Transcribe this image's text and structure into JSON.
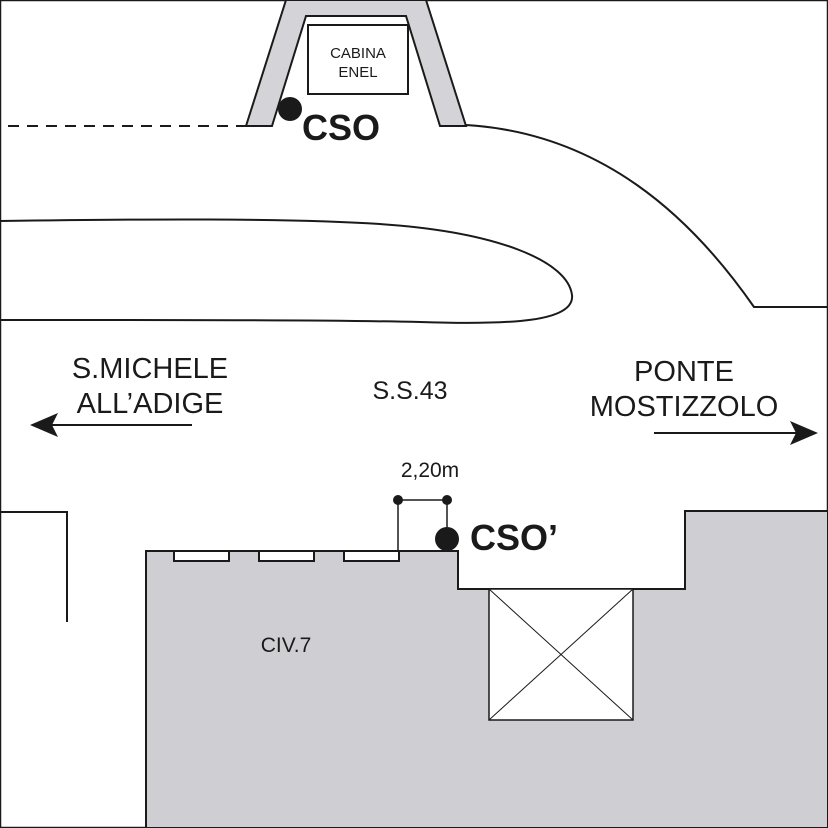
{
  "enel_cabin": {
    "line1": "CABINA",
    "line2": "ENEL"
  },
  "cso_label": "CSO",
  "cso_prime_label": "CSO’",
  "road_name": "S.S.43",
  "direction_left": {
    "line1": "S.MICHELE",
    "line2": "ALL’ADIGE"
  },
  "direction_right": {
    "line1": "PONTE",
    "line2": "MOSTIZZOLO"
  },
  "dimension_label": "2,20m",
  "building_label": "CIV.7",
  "colors": {
    "building_fill": "#cfcfd3",
    "ink": "#1a1a1a",
    "background": "#ffffff"
  }
}
